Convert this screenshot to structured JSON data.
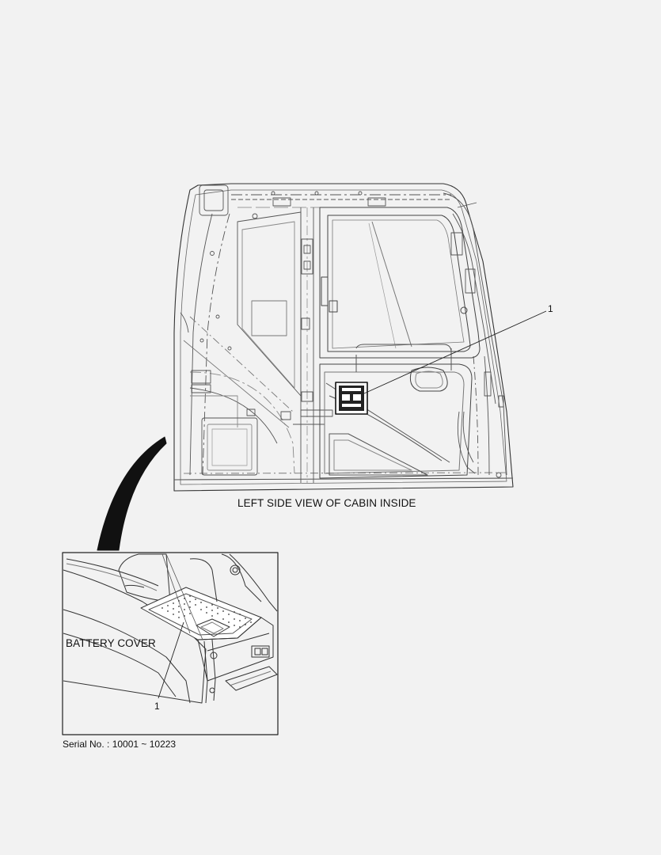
{
  "cabin_view": {
    "caption": "LEFT SIDE VIEW OF CABIN INSIDE",
    "callout": "1"
  },
  "detail_view": {
    "caption": "BATTERY COVER",
    "callout": "1"
  },
  "footer": {
    "serial": "Serial No. : 10001 ~ 10223"
  }
}
